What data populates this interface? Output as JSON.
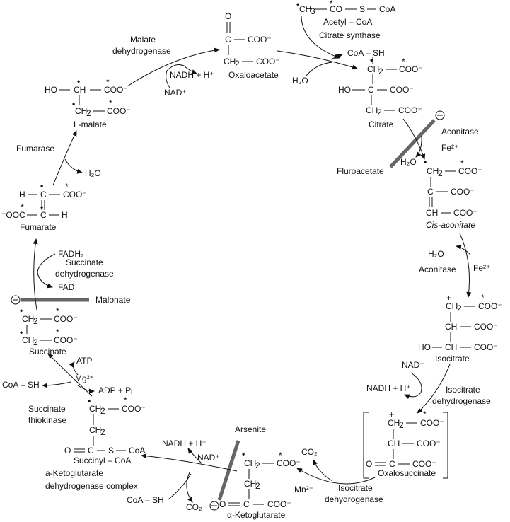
{
  "compounds": {
    "oxaloacetate": {
      "o": "O",
      "coo_a": "COO⁻",
      "ch2": "CH",
      "coo_b": "COO⁻",
      "name": "Oxaloacetate"
    },
    "acetyl_coa": {
      "ch3": "CH",
      "co": "CO",
      "s": "S",
      "coa": "CoA",
      "name": "Acetyl – CoA"
    },
    "citrate": {
      "ch2a": "CH",
      "coo_a": "COO⁻",
      "ho": "HO",
      "c": "C",
      "coo_b": "COO⁻",
      "ch2b": "CH",
      "coo_c": "COO⁻",
      "name": "Citrate"
    },
    "cis_aconitate": {
      "ch2": "CH",
      "coo_a": "COO⁻",
      "c": "C",
      "coo_b": "COO⁻",
      "ch": "CH",
      "coo_c": "COO⁻",
      "name": "Cis-aconitate"
    },
    "isocitrate": {
      "ch2": "CH",
      "coo_a": "COO⁻",
      "ch": "CH",
      "coo_b": "COO⁻",
      "ho": "HO",
      "ch_b": "CH",
      "coo_c": "COO⁻",
      "name": "Isocitrate"
    },
    "oxalosuccinate": {
      "ch2": "CH",
      "coo_a": "COO⁻",
      "ch": "CH",
      "coo_b": "COO⁻",
      "o": "O",
      "c": "C",
      "coo_c": "COO⁻",
      "name": "Oxalosuccinate"
    },
    "alpha_kg": {
      "ch2a": "CH",
      "coo_a": "COO⁻",
      "ch2b": "CH",
      "o": "O",
      "c": "C",
      "coo_b": "COO⁻",
      "name": "α-Ketoglutarate"
    },
    "succinyl_coa": {
      "ch2a": "CH",
      "coo": "COO⁻",
      "ch2b": "CH",
      "o": "O",
      "c": "C",
      "s": "S",
      "coa": "CoA",
      "name": "Succinyl – CoA"
    },
    "succinate": {
      "ch2a": "CH",
      "coo_a": "COO⁻",
      "ch2b": "CH",
      "coo_b": "COO⁻",
      "name": "Succinate"
    },
    "fumarate": {
      "h_a": "H",
      "c_a": "C",
      "coo_a": "COO⁻",
      "coo_b": "⁻OOC",
      "c_b": "C",
      "h_b": "H",
      "name": "Fumarate"
    },
    "l_malate": {
      "ho": "HO",
      "ch": "CH",
      "coo_a": "COO⁻",
      "ch2": "CH",
      "coo_b": "COO⁻",
      "name": "L-malate"
    }
  },
  "enzymes": {
    "citrate_synthase": "Citrate synthase",
    "aconitase_1": "Aconitase",
    "aconitase_2": "Aconitase",
    "isocitrate_dh_1": [
      "Isocitrate",
      "dehydrogenase"
    ],
    "isocitrate_dh_2": [
      "Isocitrate",
      "dehydrogenase"
    ],
    "akg_dh": [
      "a-Ketoglutarate",
      "dehydrogenase complex"
    ],
    "succinate_thiokinase": [
      "Succinate",
      "thiokinase"
    ],
    "succinate_dh": [
      "Succinate",
      "dehydrogenase"
    ],
    "fumarase": "Fumarase",
    "malate_dh": [
      "Malate",
      "dehydrogenase"
    ]
  },
  "cofactors": {
    "coa_sh_1": "CoA – SH",
    "h2o_1": "H₂O",
    "h2o_2": "H₂O",
    "fe2_1": "Fe²⁺",
    "h2o_3": "H₂O",
    "fe2_2": "Fe²⁺",
    "nad_1": "NAD⁺",
    "nadh_1": "NADH + H⁺",
    "co2_1": "CO₂",
    "mn2": "Mn²⁺",
    "nadh_2": "NADH + H⁺",
    "nad_2": "NAD⁺",
    "coa_sh_2": "CoA – SH",
    "co2_2": "CO₂",
    "atp": "ATP",
    "mg2": "Mg²⁺",
    "coa_sh_3": "CoA – SH",
    "adp_pi": "ADP + Pᵢ",
    "fadh2": "FADH₂",
    "fad": "FAD",
    "h2o_4": "H₂O",
    "nadh_3": "NADH + H⁺",
    "nad_3": "NAD⁺"
  },
  "inhibitors": {
    "fluoroacetate": "Fluroacetate",
    "arsenite": "Arsenite",
    "malonate": "Malonate",
    "inhibit_symbol": "⊖"
  },
  "marks": {
    "star": "*",
    "dot": "•",
    "plus": "+",
    "sub2": "2",
    "sub3": "3"
  }
}
